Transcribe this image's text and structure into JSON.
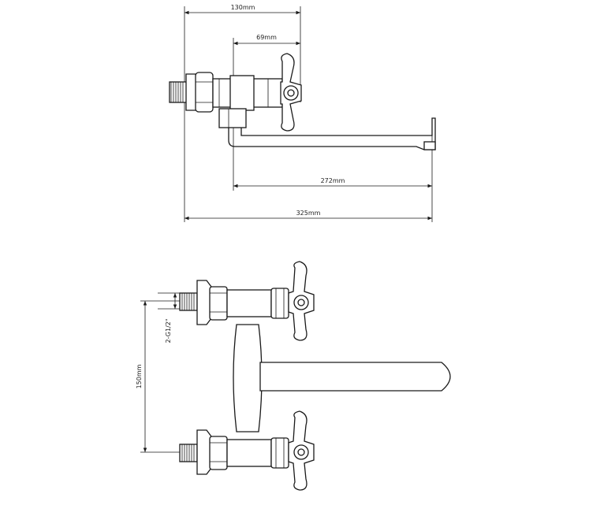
{
  "drawing": {
    "top_view": {
      "dim_130": "130mm",
      "dim_69": "69mm",
      "dim_272": "272mm",
      "dim_325": "325mm"
    },
    "front_view": {
      "dim_150": "150mm",
      "thread_label": "2-G1/2\""
    }
  }
}
